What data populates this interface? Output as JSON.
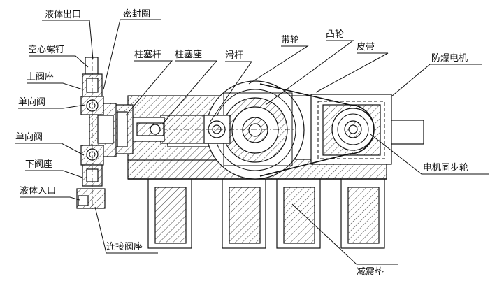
{
  "labels": {
    "liquid_outlet": "液体出口",
    "seal_ring": "密封圈",
    "hollow_screw": "空心螺钉",
    "upper_valve_seat": "上阀座",
    "plunger_rod": "柱塞杆",
    "plunger_seat": "柱塞座",
    "slide_rod": "滑杆",
    "pulley": "带轮",
    "cam": "凸轮",
    "belt": "皮带",
    "explosion_proof_motor": "防爆电机",
    "check_valve_upper": "单向阀",
    "check_valve_lower": "单向阀",
    "lower_valve_seat": "下阀座",
    "liquid_inlet": "液体入口",
    "connecting_valve_seat": "连接阀座",
    "damping_pad": "减震垫",
    "motor_sync_wheel": "电机同步轮"
  }
}
